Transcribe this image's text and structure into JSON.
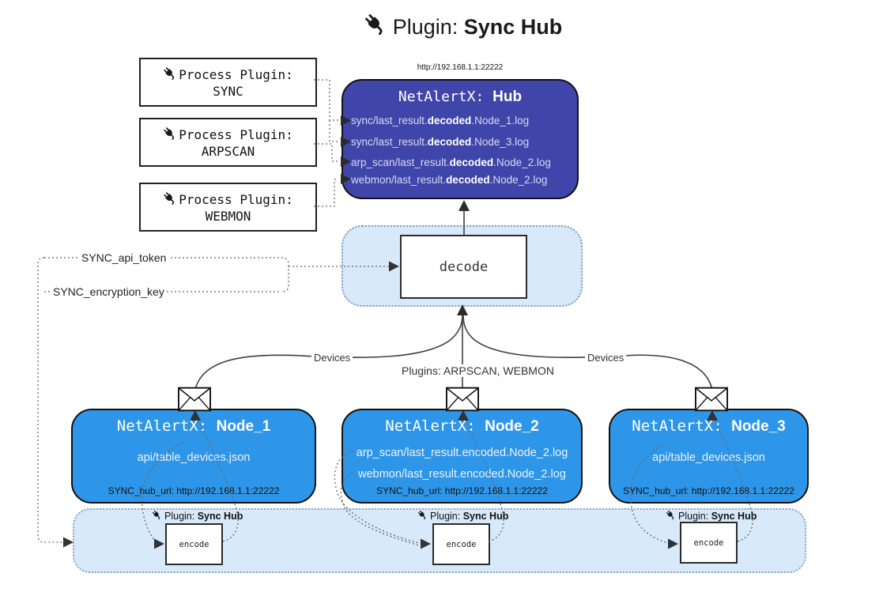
{
  "title": {
    "prefix": "Plugin: ",
    "bold": "Sync Hub"
  },
  "icons": {
    "plug": "plug-icon",
    "envelope": "envelope-icon"
  },
  "process_plugins": [
    {
      "line1": "Process Plugin:",
      "name": "SYNC"
    },
    {
      "line1": "Process Plugin:",
      "name": "ARPSCAN"
    },
    {
      "line1": "Process Plugin:",
      "name": "WEBMON"
    }
  ],
  "hub": {
    "url": "http://192.168.1.1:22222",
    "title_prefix": "NetAlertX: ",
    "title_name": "Hub",
    "entries": [
      {
        "pre": "sync/last_result.",
        "mid": "decoded",
        "post": ".Node_1.log"
      },
      {
        "pre": "sync/last_result.",
        "mid": "decoded",
        "post": ".Node_3.log"
      },
      {
        "pre": "arp_scan/last_result.",
        "mid": "decoded",
        "post": ".Node_2.log"
      },
      {
        "pre": "webmon/last_result.",
        "mid": "decoded",
        "post": ".Node_2.log"
      }
    ]
  },
  "decode_label": "decode",
  "config_keys": {
    "api_token": "SYNC_api_token",
    "encryption_key": "SYNC_encryption_key"
  },
  "edge_labels": {
    "left": "Devices",
    "center": "Plugins: ARPSCAN, WEBMON",
    "right": "Devices"
  },
  "nodes": [
    {
      "title_prefix": "NetAlertX: ",
      "title_name": "Node_1",
      "files": [
        "api/table_devices.json"
      ],
      "hub_url": "SYNC_hub_url: http://192.168.1.1:22222"
    },
    {
      "title_prefix": "NetAlertX: ",
      "title_name": "Node_2",
      "files": [
        "arp_scan/last_result.encoded.Node_2.log",
        "webmon/last_result.encoded.Node_2.log"
      ],
      "hub_url": "SYNC_hub_url: http://192.168.1.1:22222"
    },
    {
      "title_prefix": "NetAlertX: ",
      "title_name": "Node_3",
      "files": [
        "api/table_devices.json"
      ],
      "hub_url": "SYNC_hub_url: http://192.168.1.1:22222"
    }
  ],
  "sync_plugin": {
    "prefix": "Plugin: ",
    "bold": "Sync Hub",
    "encode_label": "encode"
  },
  "colors": {
    "hub_fill": "#3f45a9",
    "node_fill": "#2e96e8",
    "panel_fill": "#d8e9fa",
    "hub_text": "#ffffff",
    "node_text": "#ffffff"
  }
}
